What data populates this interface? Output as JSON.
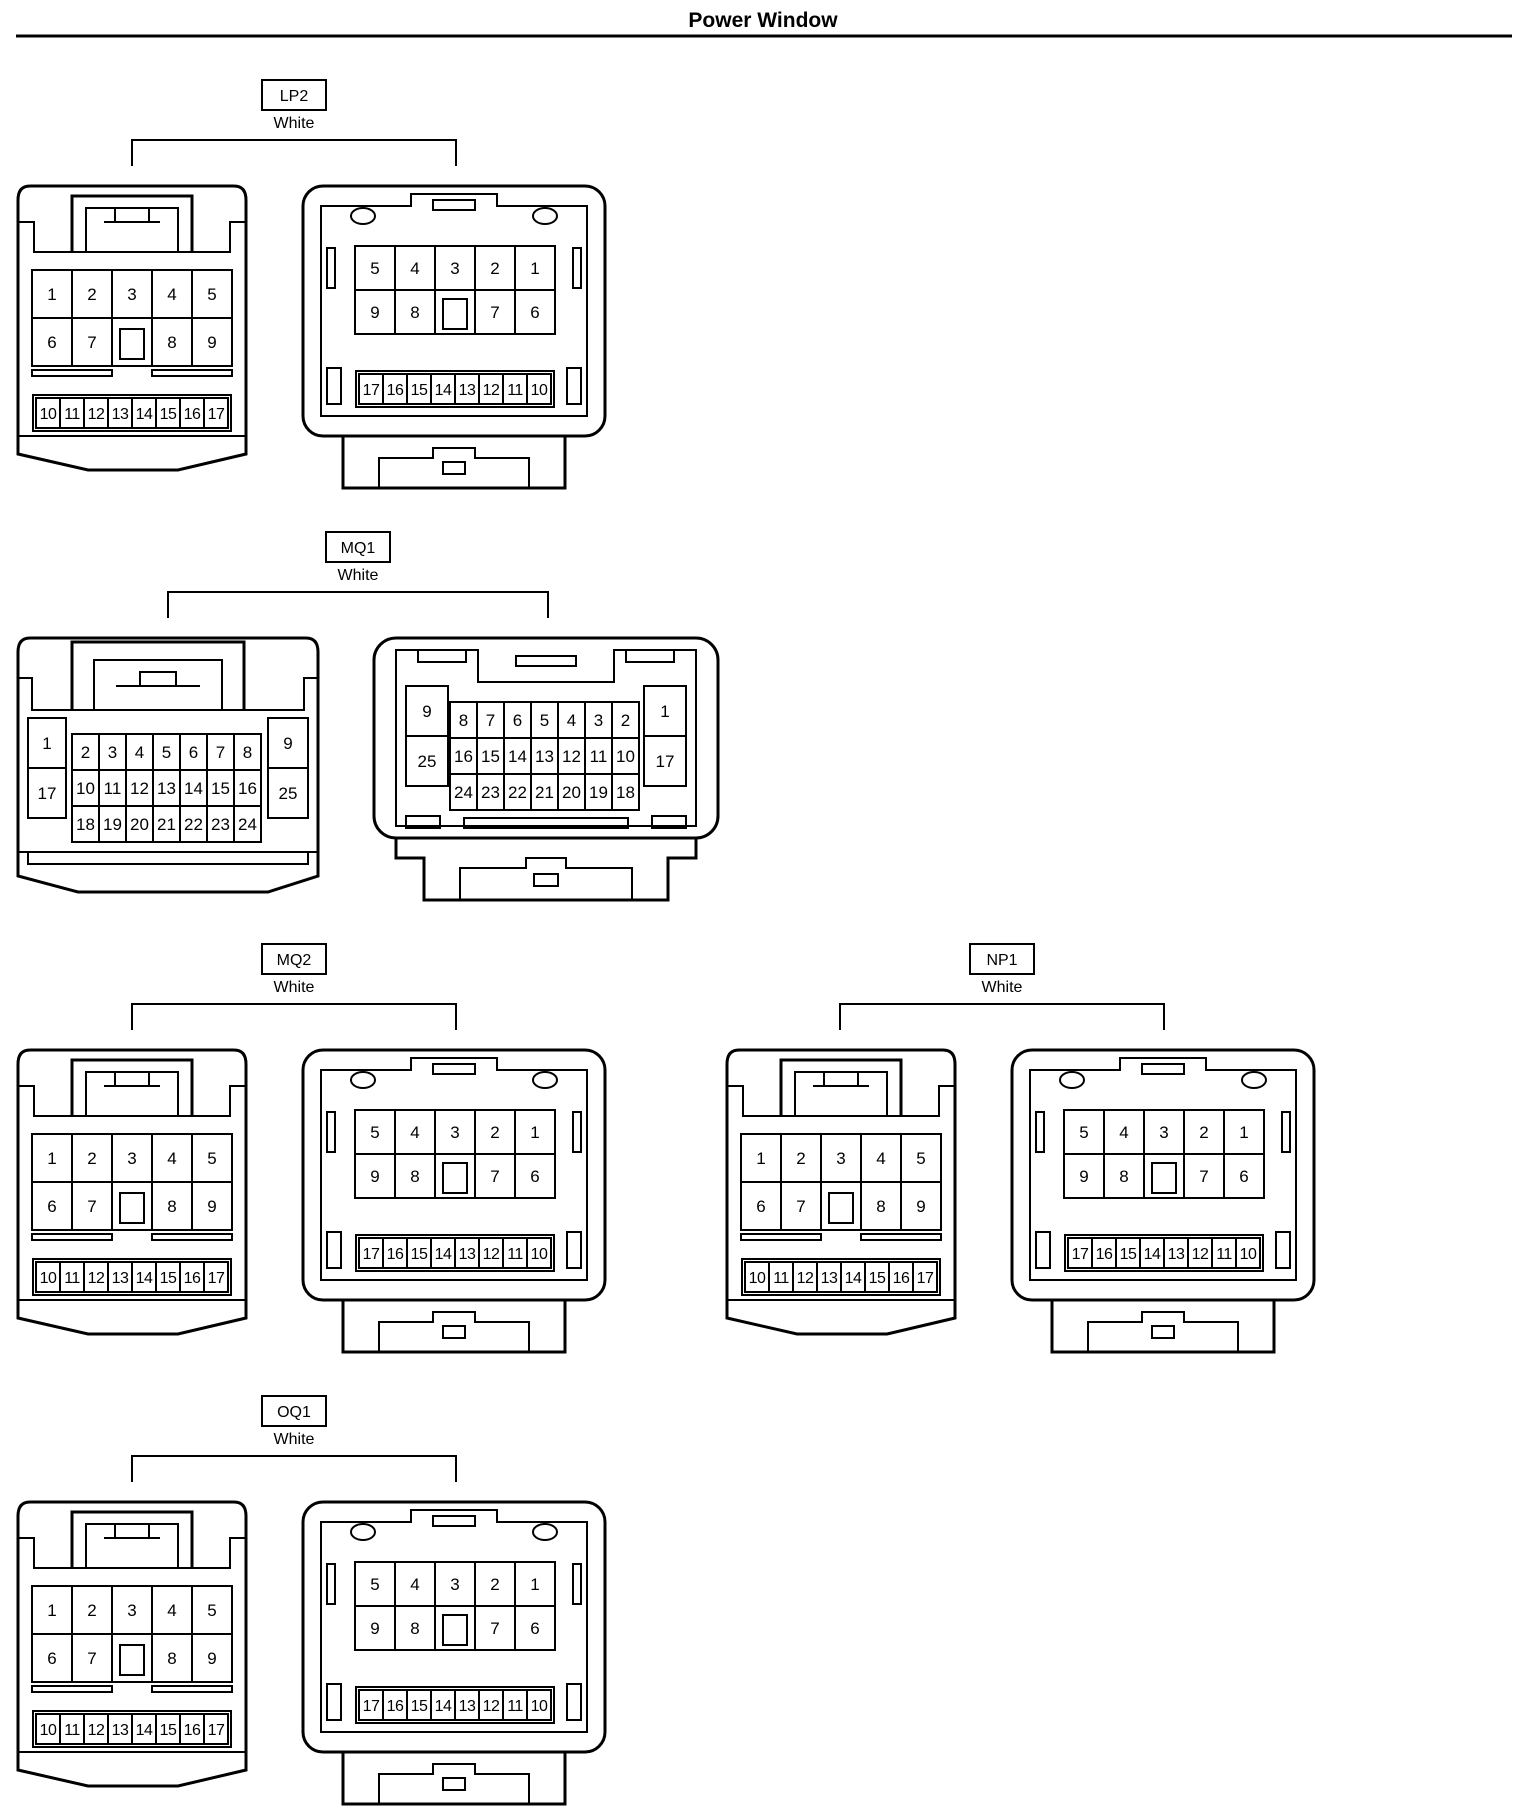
{
  "page": {
    "title": "Power Window"
  },
  "connectors": [
    {
      "id": "LP2",
      "color": "White",
      "left_view": {
        "pins_row1": [
          "1",
          "2",
          "3",
          "4",
          "5"
        ],
        "pins_row2": [
          "6",
          "7",
          "",
          "8",
          "9"
        ],
        "pins_bottom": [
          "10",
          "11",
          "12",
          "13",
          "14",
          "15",
          "16",
          "17"
        ]
      },
      "right_view": {
        "pins_row1": [
          "5",
          "4",
          "3",
          "2",
          "1"
        ],
        "pins_row2": [
          "9",
          "8",
          "",
          "7",
          "6"
        ],
        "pins_bottom": [
          "17",
          "16",
          "15",
          "14",
          "13",
          "12",
          "11",
          "10"
        ]
      }
    },
    {
      "id": "MQ1",
      "color": "White",
      "left_view": {
        "side_left": [
          "1",
          "17"
        ],
        "pins_row1": [
          "2",
          "3",
          "4",
          "5",
          "6",
          "7",
          "8"
        ],
        "pins_row2": [
          "10",
          "11",
          "12",
          "13",
          "14",
          "15",
          "16"
        ],
        "pins_row3": [
          "18",
          "19",
          "20",
          "21",
          "22",
          "23",
          "24"
        ],
        "side_right": [
          "9",
          "25"
        ]
      },
      "right_view": {
        "side_left": [
          "9",
          "25"
        ],
        "pins_row1": [
          "8",
          "7",
          "6",
          "5",
          "4",
          "3",
          "2"
        ],
        "pins_row2": [
          "16",
          "15",
          "14",
          "13",
          "12",
          "11",
          "10"
        ],
        "pins_row3": [
          "24",
          "23",
          "22",
          "21",
          "20",
          "19",
          "18"
        ],
        "side_right": [
          "1",
          "17"
        ]
      }
    },
    {
      "id": "MQ2",
      "color": "White",
      "left_view": {
        "pins_row1": [
          "1",
          "2",
          "3",
          "4",
          "5"
        ],
        "pins_row2": [
          "6",
          "7",
          "",
          "8",
          "9"
        ],
        "pins_bottom": [
          "10",
          "11",
          "12",
          "13",
          "14",
          "15",
          "16",
          "17"
        ]
      },
      "right_view": {
        "pins_row1": [
          "5",
          "4",
          "3",
          "2",
          "1"
        ],
        "pins_row2": [
          "9",
          "8",
          "",
          "7",
          "6"
        ],
        "pins_bottom": [
          "17",
          "16",
          "15",
          "14",
          "13",
          "12",
          "11",
          "10"
        ]
      }
    },
    {
      "id": "NP1",
      "color": "White",
      "left_view": {
        "pins_row1": [
          "1",
          "2",
          "3",
          "4",
          "5"
        ],
        "pins_row2": [
          "6",
          "7",
          "",
          "8",
          "9"
        ],
        "pins_bottom": [
          "10",
          "11",
          "12",
          "13",
          "14",
          "15",
          "16",
          "17"
        ]
      },
      "right_view": {
        "pins_row1": [
          "5",
          "4",
          "3",
          "2",
          "1"
        ],
        "pins_row2": [
          "9",
          "8",
          "",
          "7",
          "6"
        ],
        "pins_bottom": [
          "17",
          "16",
          "15",
          "14",
          "13",
          "12",
          "11",
          "10"
        ]
      }
    },
    {
      "id": "OQ1",
      "color": "White",
      "left_view": {
        "pins_row1": [
          "1",
          "2",
          "3",
          "4",
          "5"
        ],
        "pins_row2": [
          "6",
          "7",
          "",
          "8",
          "9"
        ],
        "pins_bottom": [
          "10",
          "11",
          "12",
          "13",
          "14",
          "15",
          "16",
          "17"
        ]
      },
      "right_view": {
        "pins_row1": [
          "5",
          "4",
          "3",
          "2",
          "1"
        ],
        "pins_row2": [
          "9",
          "8",
          "",
          "7",
          "6"
        ],
        "pins_bottom": [
          "17",
          "16",
          "15",
          "14",
          "13",
          "12",
          "11",
          "10"
        ]
      }
    }
  ]
}
